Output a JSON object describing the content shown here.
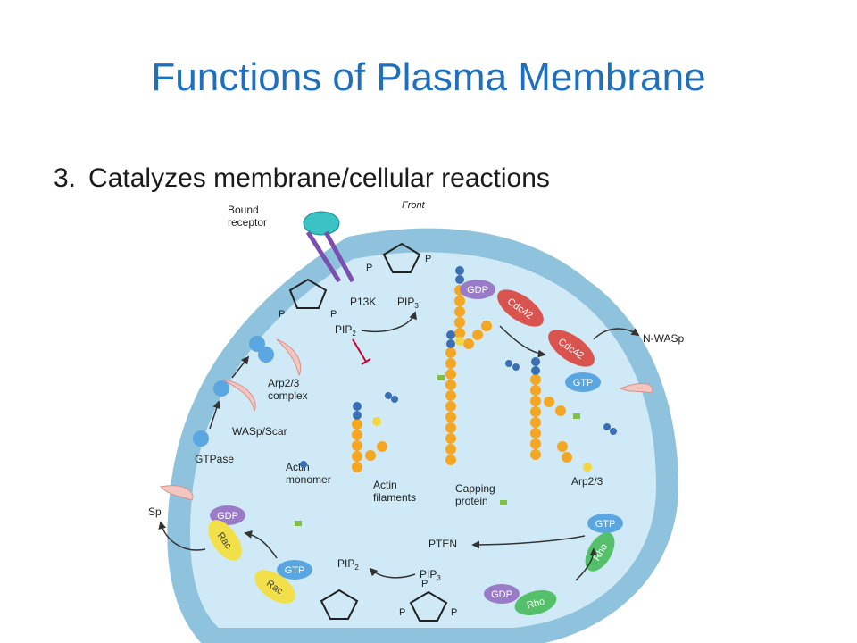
{
  "slide": {
    "title": "Functions of Plasma Membrane",
    "bullet_number": "3.",
    "bullet_text": "Catalyzes membrane/cellular reactions"
  },
  "diagram": {
    "labels": {
      "bound_receptor_1": "Bound",
      "bound_receptor_2": "receptor",
      "front": "Front",
      "p13k": "P13K",
      "pip3_top": "PIP",
      "pip3_top_sub": "3",
      "pip2_top": "PIP",
      "pip2_top_sub": "2",
      "arp23_complex_1": "Arp2/3",
      "arp23_complex_2": "complex",
      "wasp_scar": "WASp/Scar",
      "gtpase": "GTPase",
      "actin_monomer_1": "Actin",
      "actin_monomer_2": "monomer",
      "actin_filaments_1": "Actin",
      "actin_filaments_2": "filaments",
      "capping_protein_1": "Capping",
      "capping_protein_2": "protein",
      "arp23_right": "Arp2/3",
      "n_wasp": "N-WASp",
      "pten": "PTEN",
      "pip2_bottom": "PIP",
      "pip2_bottom_sub": "2",
      "pip3_bottom": "PIP",
      "pip3_bottom_sub": "3",
      "left_cut": "Sp",
      "p": "P"
    },
    "proteins": {
      "gdp": "GDP",
      "gtp": "GTP",
      "cdc42": "Cdc42",
      "rac": "Rac",
      "rho": "Rho"
    },
    "colors": {
      "cell_outer": "#8fc2dc",
      "cell_inner": "#cfeaf6",
      "actin": "#f5a623",
      "actin_dark": "#3a6fb5",
      "gdp": "#9a7bc7",
      "gtp": "#5aa6e0",
      "cdc42": "#d9534f",
      "rac": "#f2e04a",
      "rho": "#55c06a",
      "arp23": "#f4c6c0"
    }
  }
}
